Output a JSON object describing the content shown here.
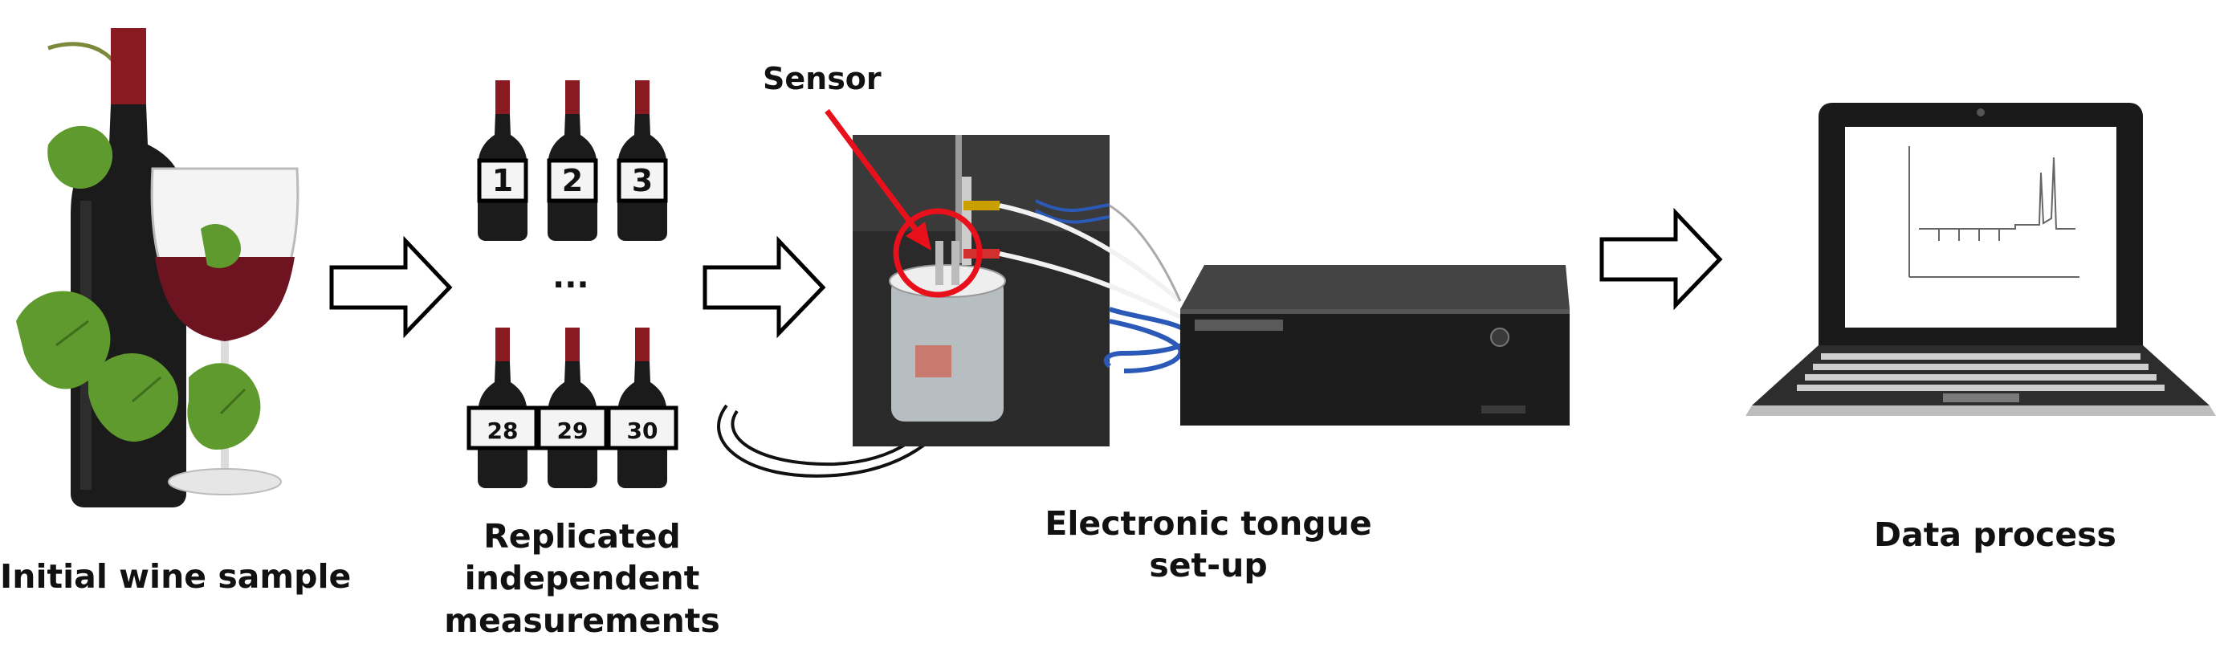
{
  "labels": {
    "initial_line1": "Initial wine sample",
    "replicated_line1": "Replicated",
    "replicated_line2": "independent",
    "replicated_line3": "measurements",
    "etongue_line1": "Electronic tongue",
    "etongue_line2": "set-up",
    "data_line1": "Data process",
    "sensor": "Sensor"
  },
  "bottles_top": [
    "1",
    "2",
    "3"
  ],
  "bottles_bottom": [
    "28",
    "29",
    "30"
  ],
  "ellipsis": "...",
  "colors": {
    "wine": "#6e1420",
    "bottle": "#1b1b1b",
    "capsule": "#8a1a22",
    "leaf": "#5f9a2e",
    "sensor_pointer": "#e8101a",
    "instrument": "#1c1c1c",
    "cable": "#2b59b8"
  }
}
